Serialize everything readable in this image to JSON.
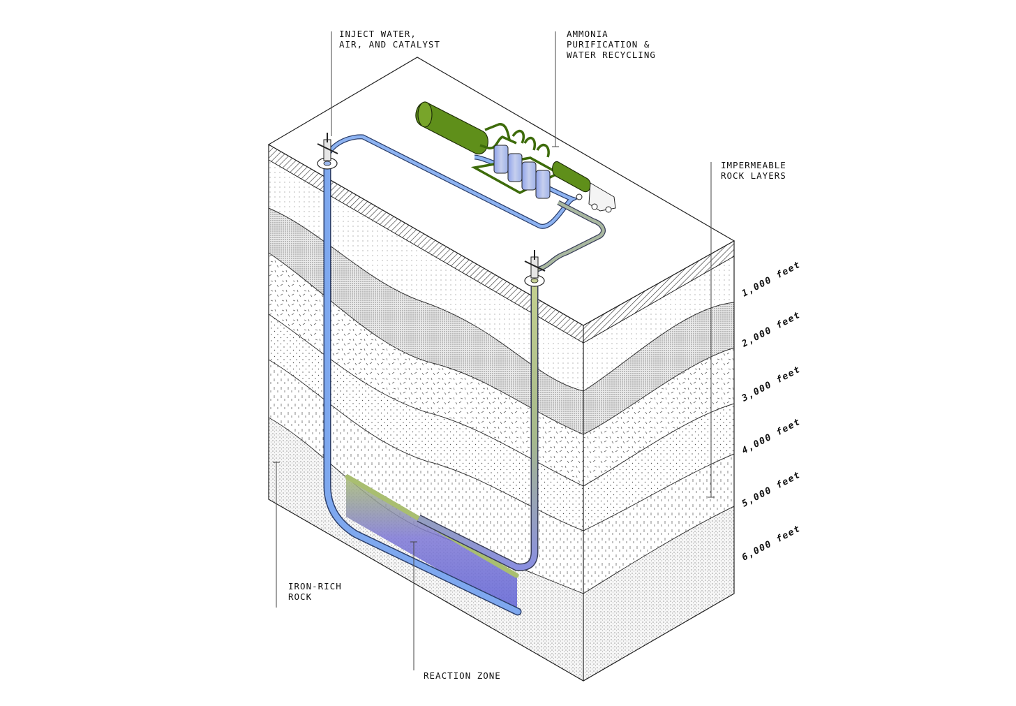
{
  "labels": {
    "inject": [
      "INJECT WATER,",
      "AIR, AND CATALYST"
    ],
    "ammonia": [
      "AMMONIA",
      "PURIFICATION &",
      "WATER RECYCLING"
    ],
    "impermeable": [
      "IMPERMEABLE",
      "ROCK LAYERS"
    ],
    "iron": [
      "IRON-RICH",
      "ROCK"
    ],
    "reaction": "REACTION ZONE"
  },
  "depths": [
    "1,000 feet",
    "2,000 feet",
    "3,000 feet",
    "4,000 feet",
    "5,000 feet",
    "6,000 feet"
  ],
  "colors": {
    "pipe_inject": "#7ea8ef",
    "pipe_return": "#b9c98a",
    "tank_green": "#5f8f1a",
    "reaction_purple": "#6a5fd8",
    "reaction_green": "#9fb86a"
  }
}
